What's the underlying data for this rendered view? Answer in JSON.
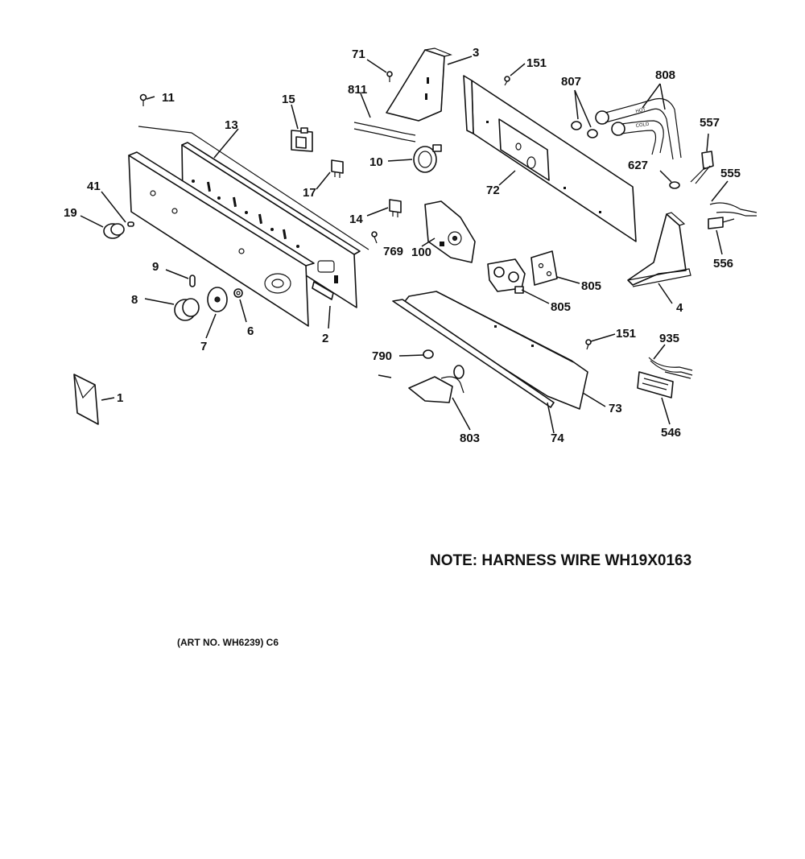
{
  "diagram": {
    "callouts": {
      "p1": "1",
      "p2": "2",
      "p3": "3",
      "p4": "4",
      "p6": "6",
      "p7": "7",
      "p8": "8",
      "p9": "9",
      "p10": "10",
      "p11": "11",
      "p13": "13",
      "p14": "14",
      "p15": "15",
      "p17": "17",
      "p19": "19",
      "p41": "41",
      "p71": "71",
      "p72": "72",
      "p73": "73",
      "p74": "74",
      "p100": "100",
      "p151a": "151",
      "p151b": "151",
      "p546": "546",
      "p555": "555",
      "p556": "556",
      "p557": "557",
      "p627": "627",
      "p769": "769",
      "p790": "790",
      "p803": "803",
      "p805a": "805",
      "p805b": "805",
      "p807": "807",
      "p808": "808",
      "p811": "811",
      "p935": "935"
    },
    "hose_labels": {
      "hot": "HOT",
      "cold": "COLD"
    },
    "note": "NOTE: HARNESS WIRE WH19X0163",
    "art_number": "(ART NO. WH6239) C6"
  }
}
